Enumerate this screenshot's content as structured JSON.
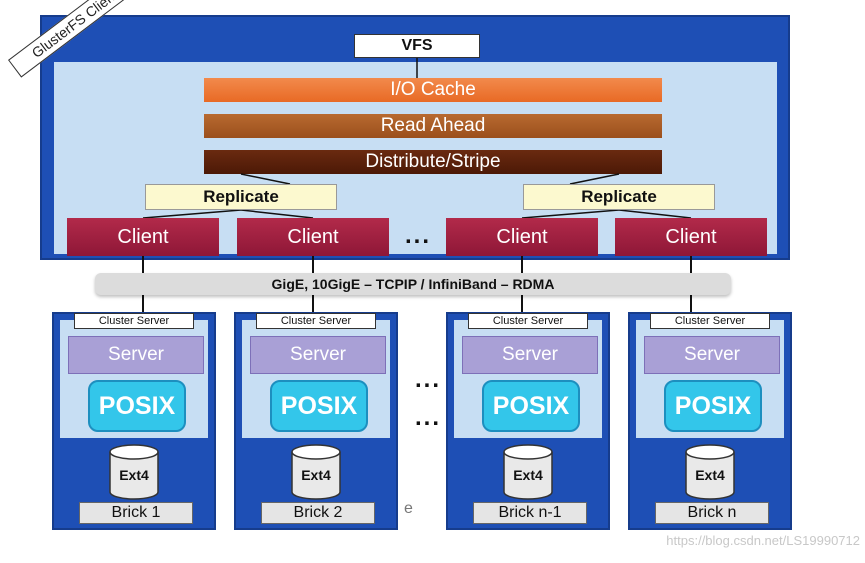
{
  "client": {
    "label": "GlusterFS Client",
    "vfs": "VFS",
    "translators": [
      "I/O Cache",
      "Read Ahead",
      "Distribute/Stripe"
    ],
    "replicate": [
      "Replicate",
      "Replicate"
    ],
    "clients": [
      "Client",
      "Client",
      "Client",
      "Client"
    ],
    "ellipsis": "..."
  },
  "network": {
    "label": "GigE, 10GigE – TCPIP / InfiniBand – RDMA"
  },
  "servers": [
    {
      "cluster": "Cluster Server",
      "server": "Server",
      "posix": "POSIX",
      "fs": "Ext4",
      "brick": "Brick 1"
    },
    {
      "cluster": "Cluster Server",
      "server": "Server",
      "posix": "POSIX",
      "fs": "Ext4",
      "brick": "Brick 2"
    },
    {
      "cluster": "Cluster Server",
      "server": "Server",
      "posix": "POSIX",
      "fs": "Ext4",
      "brick": "Brick n-1"
    },
    {
      "cluster": "Cluster Server",
      "server": "Server",
      "posix": "POSIX",
      "fs": "Ext4",
      "brick": "Brick n"
    }
  ],
  "server_ellipsis": [
    "...",
    "..."
  ],
  "stray_text": "e",
  "watermark": "https://blog.csdn.net/LS19990712",
  "colors": {
    "frame": "#1e4fb5",
    "io_cache": "#e86a25",
    "read_ahead": "#9b4f1c",
    "distribute": "#4c1906",
    "client": "#8e1737",
    "server": "#a9a0d6",
    "posix": "#33c6ea"
  }
}
